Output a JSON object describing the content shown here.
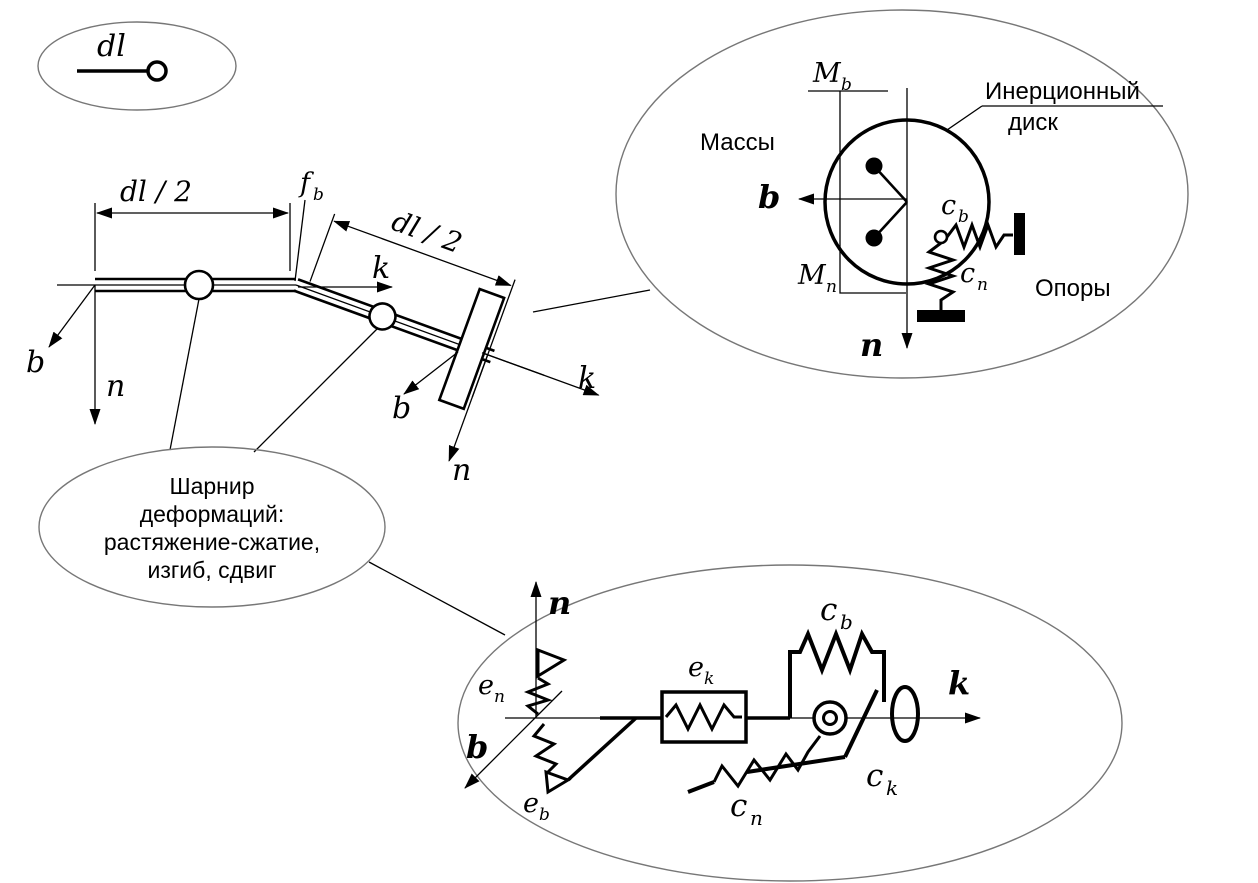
{
  "legend": {
    "dl": "dl"
  },
  "beam": {
    "dim_left": "dl / 2",
    "dim_right": "dl / 2",
    "f_b": {
      "base": "f",
      "sub": "b"
    },
    "axes_origin": {
      "b": "b",
      "n": "n",
      "k": "k"
    },
    "axes_disk": {
      "b": "b",
      "n": "n",
      "k": "k"
    }
  },
  "hinge_callout": {
    "line1": "Шарнир",
    "line2": "деформаций:",
    "line3": "растяжение-сжатие,",
    "line4": "изгиб, сдвиг"
  },
  "disk_callout": {
    "masses": "Массы",
    "disk_label1": "Инерционный",
    "disk_label2": "диск",
    "supports": "Опоры",
    "M_b": {
      "base": "M",
      "sub": "b"
    },
    "M_n": {
      "base": "M",
      "sub": "n"
    },
    "c_b": {
      "base": "c",
      "sub": "b"
    },
    "c_n": {
      "base": "c",
      "sub": "n"
    },
    "axis_b": "b",
    "axis_n": "n"
  },
  "model_callout": {
    "e_n": {
      "base": "e",
      "sub": "n"
    },
    "e_b": {
      "base": "e",
      "sub": "b"
    },
    "e_k": {
      "base": "e",
      "sub": "k"
    },
    "c_b": {
      "base": "c",
      "sub": "b"
    },
    "c_n": {
      "base": "c",
      "sub": "n"
    },
    "c_k": {
      "base": "c",
      "sub": "k"
    },
    "axis_b": "b",
    "axis_n": "n",
    "axis_k": "k"
  }
}
